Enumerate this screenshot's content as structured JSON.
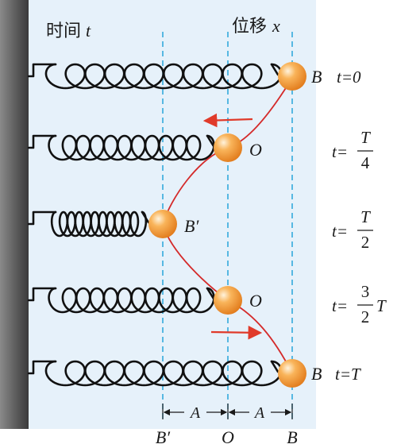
{
  "header": {
    "time_label": "时间",
    "time_var": "t",
    "displacement_label": "位移",
    "displacement_var": "x"
  },
  "rows": [
    {
      "position_label": "B",
      "time_text": "t=0"
    },
    {
      "position_label": "O",
      "time_prefix": "t=",
      "num": "T",
      "den": "4",
      "suffix": ""
    },
    {
      "position_label": "B′",
      "time_prefix": "t=",
      "num": "T",
      "den": "2",
      "suffix": ""
    },
    {
      "position_label": "O",
      "time_prefix": "t=",
      "num": "3",
      "den": "2",
      "suffix": "T"
    },
    {
      "position_label": "B",
      "time_text": "t=T"
    }
  ],
  "amplitude": {
    "left_label": "A",
    "right_label": "A"
  },
  "bottom_labels": {
    "b_prime": "B′",
    "o": "O",
    "b": "B"
  },
  "colors": {
    "panel": "#e6f1fa",
    "wall": "#6e6e6e",
    "guide": "#1aa0d8",
    "curve": "#d42a2a",
    "arrow": "#e03a2a",
    "ball": "#f39a3a"
  }
}
